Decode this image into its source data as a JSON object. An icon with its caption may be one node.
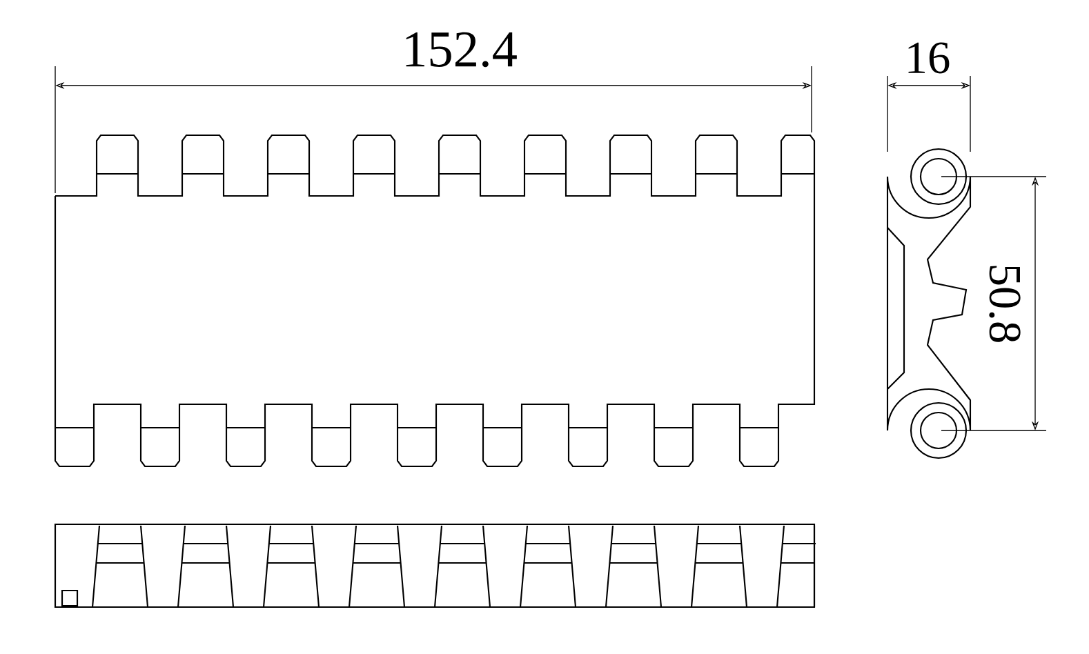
{
  "diagram": {
    "labels": [
      "152.4",
      "16",
      "50.8"
    ]
  }
}
